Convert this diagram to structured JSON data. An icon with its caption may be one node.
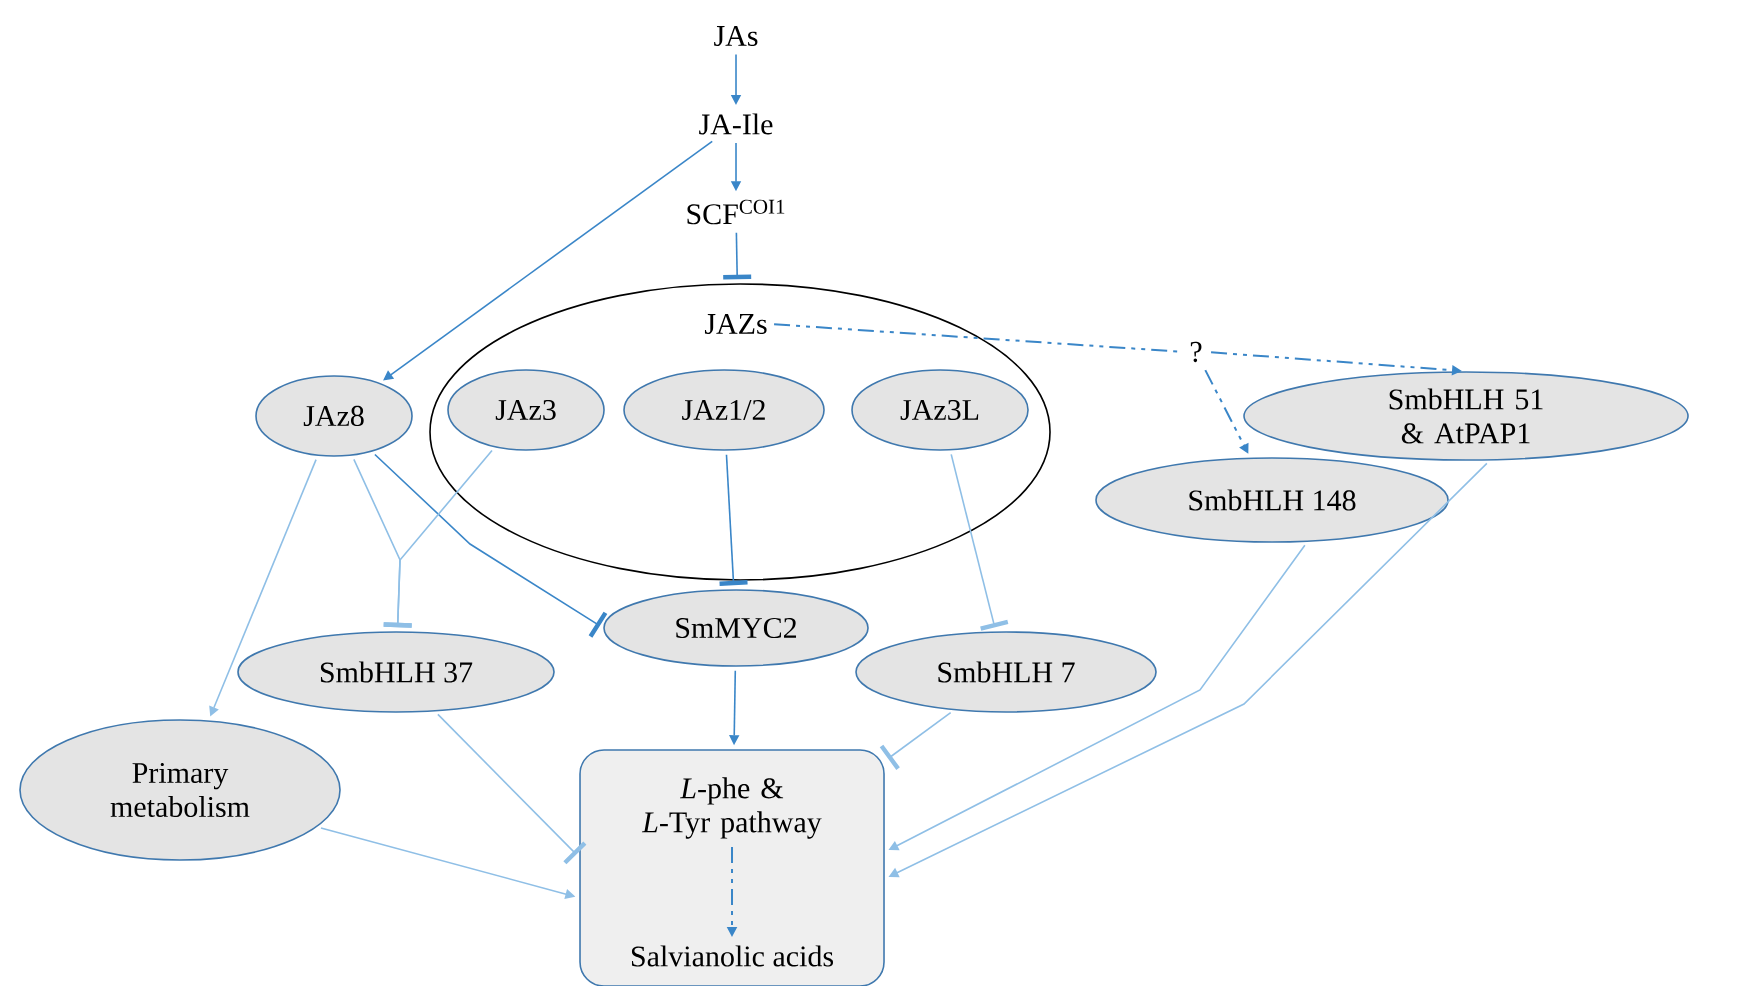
{
  "diagram": {
    "nodes": [
      {
        "text": [
          "JAs"
        ]
      },
      {
        "text": [
          "JA-Ile"
        ]
      },
      {
        "text": [
          "SCF$^{COI1}$"
        ]
      },
      {
        "text": [
          "JAZs"
        ]
      },
      {
        "text": [
          "JAz8"
        ]
      },
      {
        "text": [
          "JAz3"
        ],
        "in": 3
      },
      {
        "text": [
          "JAz1/2"
        ],
        "in": 3
      },
      {
        "text": [
          "JAz3L"
        ],
        "in": 3
      },
      {
        "text": [
          "?"
        ]
      },
      {
        "text": [
          "SmbHLH 51 & AtPAP1"
        ]
      },
      {
        "text": [
          "SmbHLH 148"
        ]
      },
      {
        "text": [
          "SmbHLH 37"
        ]
      },
      {
        "text": [
          "SmMYC2"
        ]
      },
      {
        "text": [
          "SmbHLH 7"
        ]
      },
      {
        "text": [
          "Primary metabolism"
        ]
      },
      {
        "text": [],
        "shape": "box"
      },
      {
        "text": [
          "*L*-phe & *L*-Tyr pathway"
        ],
        "in": 15
      },
      {
        "text": [
          "Salvianolic acids"
        ],
        "in": 15
      }
    ],
    "edges": [
      {
        "from": 0,
        "to": 1,
        "arrow": "to"
      },
      {
        "from": 1,
        "to": 2,
        "arrow": "to"
      },
      {
        "from": 2,
        "to": 3,
        "arrow": "other"
      },
      {
        "from": 1,
        "to": 4,
        "arrow": "to"
      },
      {
        "from": 3,
        "to": 8,
        "arrow": "none",
        "style": "dashed"
      },
      {
        "from": 8,
        "to": 9,
        "arrow": "to",
        "style": "dashed"
      },
      {
        "from": 8,
        "to": 10,
        "arrow": "to",
        "style": "dashed"
      },
      {
        "from": 4,
        "to": 12,
        "arrow": "other"
      },
      {
        "from": 4,
        "to": 14,
        "arrow": "to",
        "color": "#8fbfe6"
      },
      {
        "from": 4,
        "to": 11,
        "arrow": "other",
        "color": "#8fbfe6"
      },
      {
        "from": 5,
        "to": 11,
        "arrow": "other",
        "color": "#8fbfe6"
      },
      {
        "from": 6,
        "to": 12,
        "arrow": "other"
      },
      {
        "from": 7,
        "to": 13,
        "arrow": "other",
        "color": "#8fbfe6"
      },
      {
        "from": 11,
        "to": 15,
        "arrow": "other",
        "color": "#8fbfe6"
      },
      {
        "from": 12,
        "to": 15,
        "arrow": "to"
      },
      {
        "from": 13,
        "to": 15,
        "arrow": "other",
        "color": "#8fbfe6"
      },
      {
        "from": 10,
        "to": 15,
        "arrow": "to",
        "color": "#8fbfe6"
      },
      {
        "from": 9,
        "to": 15,
        "arrow": "to",
        "color": "#8fbfe6"
      },
      {
        "from": 14,
        "to": 15,
        "arrow": "to",
        "color": "#8fbfe6"
      },
      {
        "from": 16,
        "to": 17,
        "arrow": "to",
        "style": "dashed"
      }
    ]
  }
}
